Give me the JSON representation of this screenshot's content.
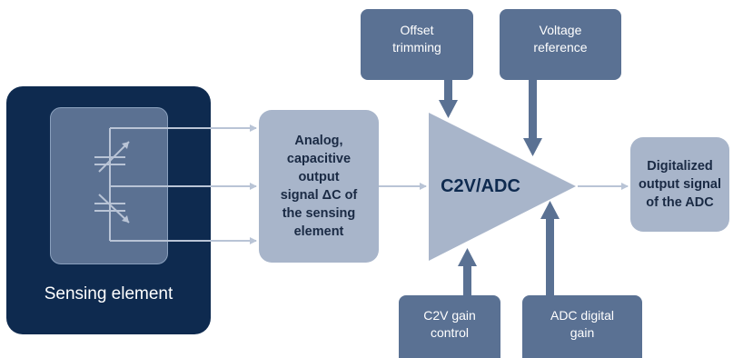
{
  "sensing": {
    "label": "Sensing element"
  },
  "analog_signal": {
    "lines": [
      "Analog,",
      "capacitive",
      "output",
      "signal ΔC of",
      "the sensing",
      "element"
    ]
  },
  "amplifier": {
    "label": "C2V/ADC"
  },
  "offset": {
    "lines": [
      "Offset",
      "trimming"
    ]
  },
  "voltage": {
    "lines": [
      "Voltage",
      "reference"
    ]
  },
  "c2v_gain": {
    "lines": [
      "C2V gain",
      "control"
    ]
  },
  "adc_gain": {
    "lines": [
      "ADC digital",
      "gain"
    ]
  },
  "output": {
    "lines": [
      "Digitalized",
      "output signal",
      "of the ADC"
    ]
  },
  "colors": {
    "navy": "#0e2a4f",
    "mid_blue": "#5a7193",
    "light_blue": "#a8b5ca",
    "connector": "#b9c4d6"
  }
}
